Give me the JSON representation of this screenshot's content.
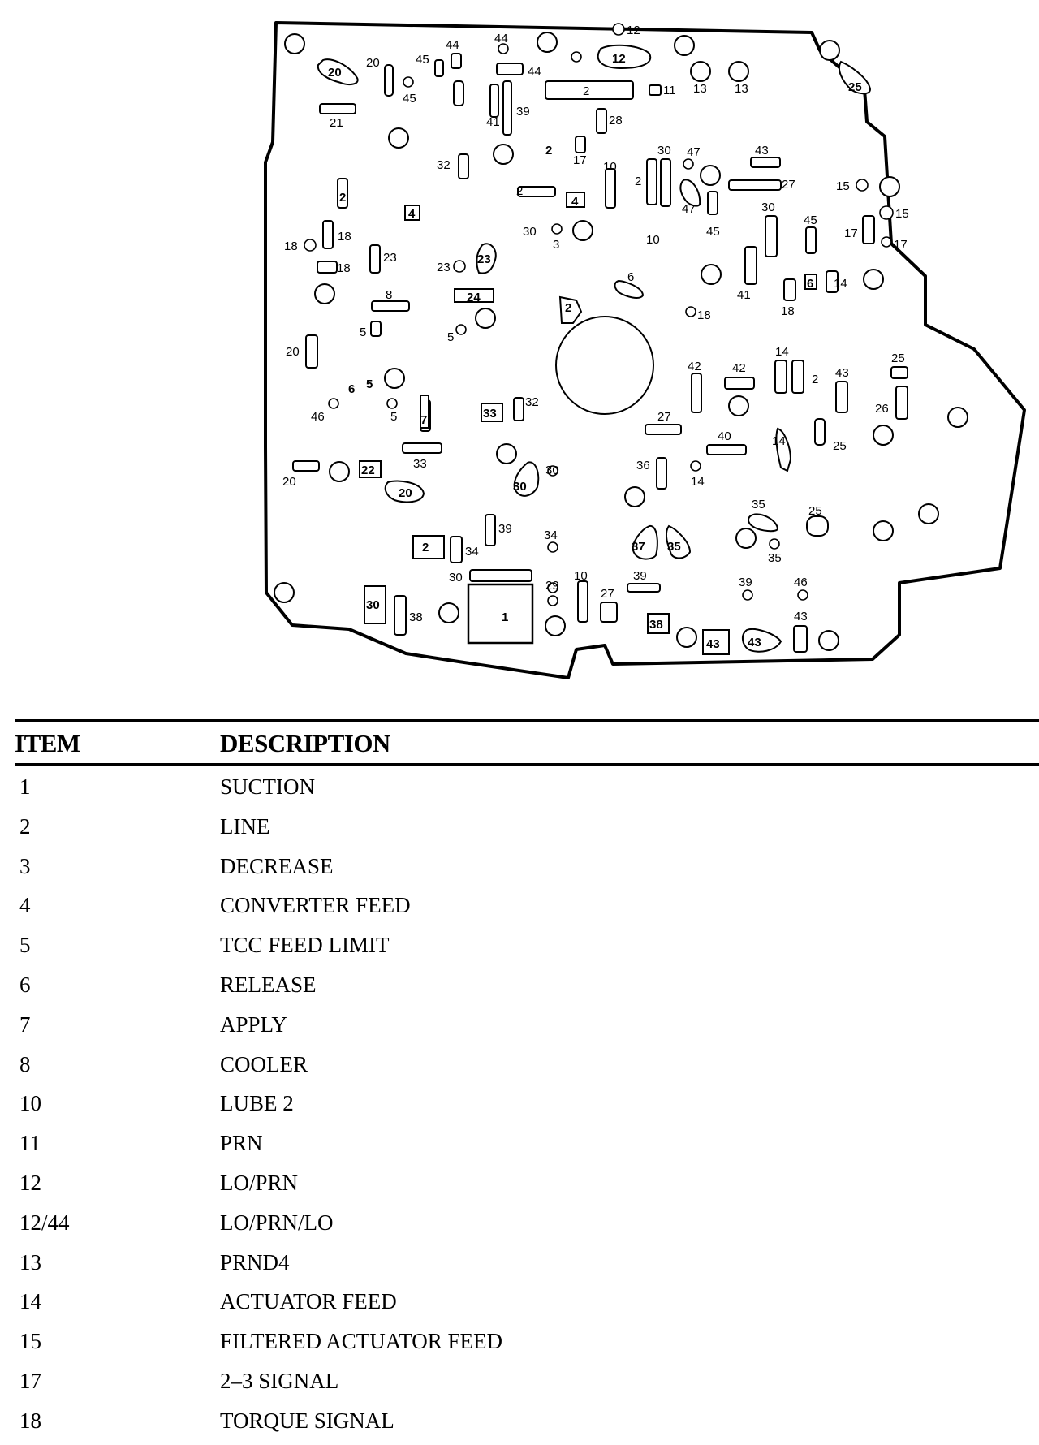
{
  "legend": {
    "header_item": "ITEM",
    "header_description": "DESCRIPTION",
    "rows": [
      {
        "item": "1",
        "description": "SUCTION"
      },
      {
        "item": "2",
        "description": "LINE"
      },
      {
        "item": "3",
        "description": "DECREASE"
      },
      {
        "item": "4",
        "description": "CONVERTER FEED"
      },
      {
        "item": "5",
        "description": "TCC FEED LIMIT"
      },
      {
        "item": "6",
        "description": "RELEASE"
      },
      {
        "item": "7",
        "description": "APPLY"
      },
      {
        "item": "8",
        "description": "COOLER"
      },
      {
        "item": "10",
        "description": "LUBE 2"
      },
      {
        "item": "11",
        "description": "PRN"
      },
      {
        "item": "12",
        "description": "LO/PRN"
      },
      {
        "item": "12/44",
        "description": "LO/PRN/LO"
      },
      {
        "item": "13",
        "description": "PRND4"
      },
      {
        "item": "14",
        "description": "ACTUATOR FEED"
      },
      {
        "item": "15",
        "description": "FILTERED ACTUATOR FEED"
      },
      {
        "item": "17",
        "description": "2–3 SIGNAL"
      },
      {
        "item": "18",
        "description": "TORQUE SIGNAL"
      }
    ]
  },
  "diagram": {
    "port_labels": {
      "l20a": "20",
      "l20b": "20",
      "l44a": "44",
      "l45a": "45",
      "l44b": "44",
      "l44c": "44",
      "l12a": "12",
      "l12b": "12",
      "l45b": "45",
      "l21": "21",
      "l2a": "2",
      "l11": "11",
      "l13a": "13",
      "l13b": "13",
      "l25a": "25",
      "l41a": "41",
      "l39a": "39",
      "l28": "28",
      "l2b": "2",
      "l17a": "17",
      "l30a": "30",
      "l47a": "47",
      "l43a": "43",
      "l32a": "32",
      "l10a": "10",
      "l2c": "2",
      "l27a": "27",
      "l15a": "15",
      "l15b": "15",
      "l2d": "2",
      "l4a": "4",
      "l2e": "2",
      "l4b": "4",
      "l47b": "47",
      "l30b": "30",
      "l45c": "45",
      "l17b": "17",
      "l17c": "17",
      "l18a": "18",
      "l18b": "18",
      "l18c": "18",
      "l30c": "30",
      "l3": "3",
      "l10b": "10",
      "l45d": "45",
      "l23a": "23",
      "l23b": "23",
      "l23c": "23",
      "l6a": "6",
      "l41b": "41",
      "l6b": "6",
      "l14a": "14",
      "l18d": "18",
      "l8": "8",
      "l24": "24",
      "l2f": "2",
      "l5a": "5",
      "l5b": "5",
      "l18e": "18",
      "l20c": "20",
      "l42a": "42",
      "l42b": "42",
      "l14b": "14",
      "l2g": "2",
      "l43b": "43",
      "l25b": "25",
      "l26": "26",
      "l6c": "6",
      "l5c": "5",
      "l46a": "46",
      "l5d": "5",
      "l33a": "33",
      "l32b": "32",
      "l7": "7",
      "l27b": "27",
      "l40": "40",
      "l14c": "14",
      "l25c": "25",
      "l33b": "33",
      "l20d": "20",
      "l22": "22",
      "l20e": "20",
      "l30d": "30",
      "l30e": "30",
      "l36": "36",
      "l14d": "14",
      "l35a": "35",
      "l25d": "25",
      "l39b": "39",
      "l34a": "34",
      "l2h": "2",
      "l34b": "34",
      "l37": "37",
      "l35b": "35",
      "l35c": "35",
      "l30f": "30",
      "l10c": "10",
      "l29": "29",
      "l27c": "27",
      "l39c": "39",
      "l39d": "39",
      "l46b": "46",
      "l30g": "30",
      "l38a": "38",
      "l1": "1",
      "l38b": "38",
      "l43c": "43",
      "l43d": "43",
      "l43e": "43"
    }
  }
}
